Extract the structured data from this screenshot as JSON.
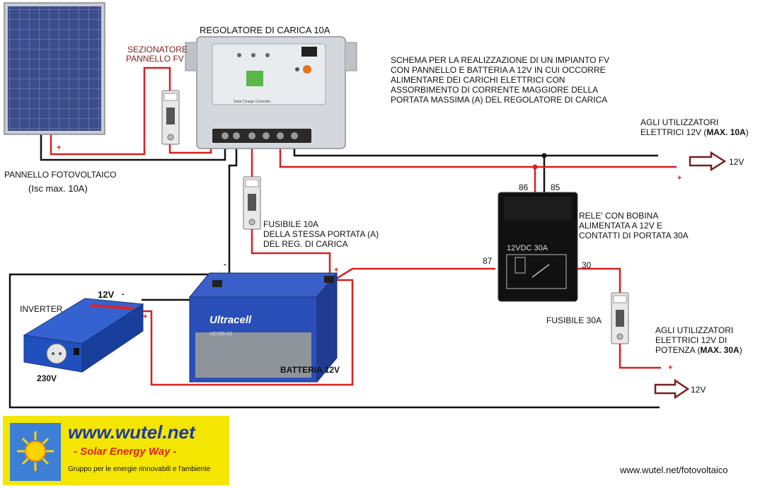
{
  "labels": {
    "regulator_title": "REGOLATORE DI CARICA 10A",
    "disconnector_line1": "SEZIONATORE",
    "disconnector_line2": "PANNELLO FV",
    "panel_line1": "PANNELLO FOTOVOLTAICO",
    "panel_line2": "(Isc max. 10A)",
    "description": [
      "SCHEMA PER LA REALIZZAZIONE DI UN IMPIANTO FV",
      "CON PANNELLO E BATTERIA A 12V IN CUI OCCORRE",
      "ALIMENTARE DEI CARICHI ELETTRICI CON",
      "ASSORBIMENTO DI CORRENTE MAGGIORE DELLA",
      "PORTATA MASSIMA (A) DEL REGOLATORE DI CARICA"
    ],
    "users10_line1": "AGLI UTILIZZATORI",
    "users10_line2a": "ELETTRICI 12V (",
    "users10_line2b": "MAX. 10A",
    "users10_line2c": ")",
    "out_12v_top": "12V",
    "fuse10_line1": "FUSIBILE 10A",
    "fuse10_line2": "DELLA STESSA PORTATA (A)",
    "fuse10_line3": "DEL REG. DI CARICA",
    "relay_line1": "RELE' CON BOBINA",
    "relay_line2": "ALIMENTATA A 12V E",
    "relay_line3": "CONTATTI DI PORTATA 30A",
    "relay_face": "12VDC 30A",
    "pin_86": "86",
    "pin_85": "85",
    "pin_87": "87",
    "pin_30": "30",
    "inverter": "INVERTER",
    "inverter_12v": "12V",
    "inverter_230v": "230V",
    "battery": "BATTERIA 12V",
    "battery_brand": "Ultracell",
    "battery_model": "UC150-12",
    "fuse30": "FUSIBILE 30A",
    "users30_line1": "AGLI UTILIZZATORI",
    "users30_line2": "ELETTRICI 12V DI",
    "users30_line3a": "POTENZA (",
    "users30_line3b": "MAX. 30A",
    "users30_line3c": ")",
    "out_12v_bottom": "12V",
    "controller_face": "Solar Charge Controller",
    "plus": "+",
    "minus": "-",
    "footer_url": "www.wutel.net/fotovoltaico"
  },
  "logo": {
    "url": "www.wutel.net",
    "tagline": "- Solar Energy Way -",
    "subtitle": "Gruppo per le energie rinnovabili e l'ambiente"
  },
  "colors": {
    "positive_wire": "#d62020",
    "negative_wire": "#111111",
    "logo_bg": "#f4e600",
    "logo_text": "#1a3aa8",
    "battery_body": "#2a4fb8",
    "inverter_body": "#2050c0"
  }
}
